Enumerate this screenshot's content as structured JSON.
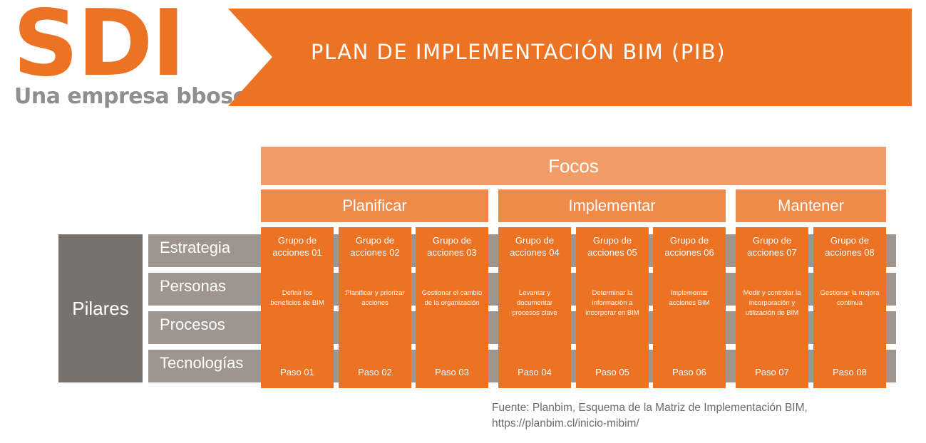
{
  "logo": {
    "brand": "SDI",
    "tagline_prefix": "Una empresa ",
    "tagline_brand": "bbosch"
  },
  "title": "PLAN DE IMPLEMENTACIÓN BIM (PIB)",
  "colors": {
    "orange": "#ec7224",
    "orange_light": "#f29d68",
    "orange_mid": "#ef8a48",
    "grey_dark": "#78716c",
    "grey_row": "#9d958e"
  },
  "focos": "Focos",
  "phases": [
    "Planificar",
    "Implementar",
    "Mantener"
  ],
  "pilares": {
    "label": "Pilares",
    "rows": [
      "Estrategia",
      "Personas",
      "Procesos",
      "Tecnologías"
    ]
  },
  "groups": [
    {
      "title": "Grupo de acciones 01",
      "action": "Definir los beneficios de BIM",
      "step": "Paso 01"
    },
    {
      "title": "Grupo de acciones 02",
      "action": "Planificar y priorizar acciones",
      "step": "Paso 02"
    },
    {
      "title": "Grupo de acciones 03",
      "action": "Gestionar el cambio de la organización",
      "step": "Paso 03"
    },
    {
      "title": "Grupo de acciones 04",
      "action": "Levantar y documentar procesos clave",
      "step": "Paso 04"
    },
    {
      "title": "Grupo de acciones 05",
      "action": "Determinar la información a incorporar en BIM",
      "step": "Paso 05"
    },
    {
      "title": "Grupo de acciones 06",
      "action": "Implementar acciones BIM",
      "step": "Paso 06"
    },
    {
      "title": "Grupo de acciones 07",
      "action": "Medir y controlar la incorporación y utilización de BIM",
      "step": "Paso 07"
    },
    {
      "title": "Grupo de acciones 08",
      "action": "Gestionar la mejora continua",
      "step": "Paso 08"
    }
  ],
  "source": {
    "line1": "Fuente: Planbim, Esquema de la Matriz de Implementación  BIM,",
    "line2": "https://planbim.cl/inicio-mibim/"
  }
}
